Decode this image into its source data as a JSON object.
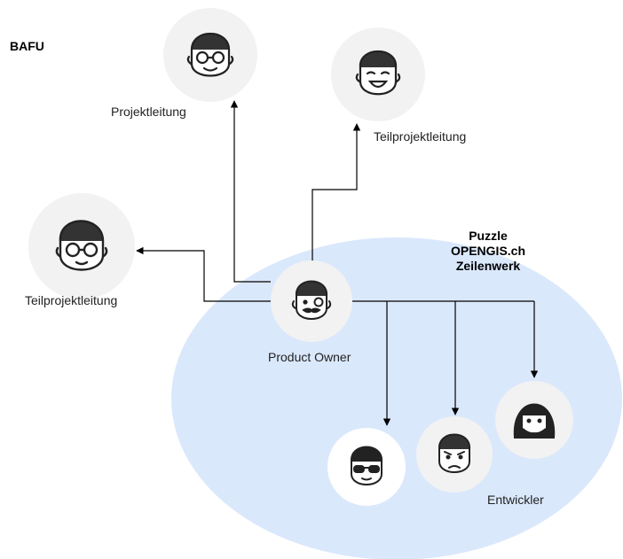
{
  "diagram": {
    "client_org": "BAFU",
    "contractors": [
      "Puzzle",
      "OPENGIS.ch",
      "Zeilenwerk"
    ],
    "roles": {
      "projektleitung": "Projektleitung",
      "teilprojektleitung_right": "Teilprojektleitung",
      "teilprojektleitung_left": "Teilprojektleitung",
      "product_owner": "Product Owner",
      "entwickler": "Entwickler"
    },
    "colors": {
      "team_area": "#dae8fc",
      "avatar_bg": "#f2f2f2",
      "line": "#000000",
      "face_stroke": "#222222"
    }
  }
}
